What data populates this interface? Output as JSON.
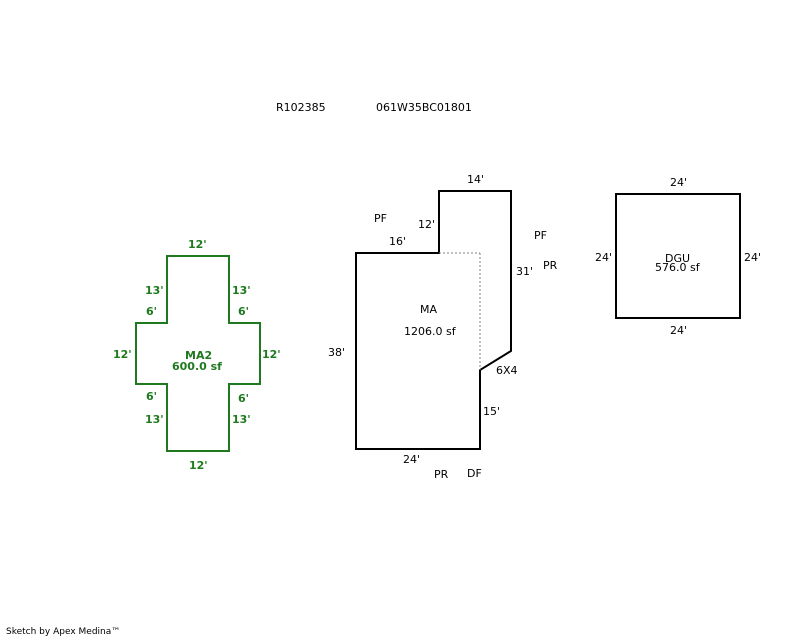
{
  "header": {
    "parcel_id": "R102385",
    "map_number": "061W35BC01801"
  },
  "colors": {
    "outline": "#000000",
    "ma2": "#1f7a1f",
    "dashed": "#808080"
  },
  "ma2": {
    "name": "MA2",
    "area": "600.0 sf",
    "dims": {
      "top": "12'",
      "upper_left_13": "13'",
      "upper_right_13": "13'",
      "upper_left_6": "6'",
      "upper_right_6": "6'",
      "left_12": "12'",
      "right_12": "12'",
      "lower_left_6": "6'",
      "lower_right_6": "6'",
      "lower_left_13": "13'",
      "lower_right_13": "13'",
      "bottom": "12'"
    }
  },
  "ma": {
    "name": "MA",
    "area": "1206.0 sf",
    "dims": {
      "top_step": "14'",
      "upper_left": "12'",
      "top_main": "16'",
      "right_long": "31'",
      "left": "38'",
      "notch": "6X4",
      "right_lower": "15'",
      "bottom": "24'"
    },
    "labels": {
      "pf_left": "PF",
      "pf_right": "PF",
      "pr_right": "PR",
      "pr_bottom": "PR",
      "df_bottom": "DF"
    }
  },
  "dgu": {
    "name": "DGU",
    "area": "576.0 sf",
    "dims": {
      "top": "24'",
      "left": "24'",
      "right": "24'",
      "bottom": "24'"
    }
  },
  "footer": {
    "credit": "Sketch by Apex Medina™"
  }
}
